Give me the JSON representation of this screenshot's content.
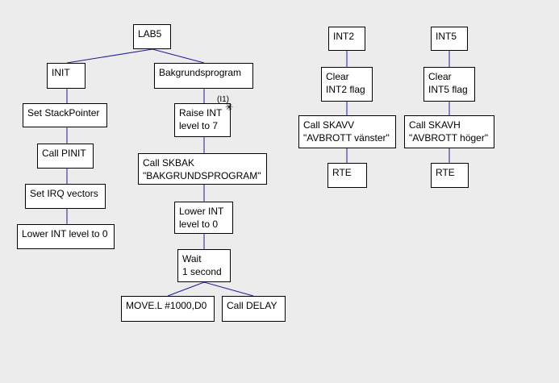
{
  "colors": {
    "background": "#ececec",
    "node_fill": "#ffffff",
    "node_border": "#000000",
    "connector": "#1a1aa0"
  },
  "nodes": {
    "lab5": [
      "LAB5"
    ],
    "init": [
      "INIT"
    ],
    "bakgrund": [
      "Bakgrundsprogram"
    ],
    "set_sp": [
      "Set StackPointer"
    ],
    "call_pinit": [
      "Call PINIT"
    ],
    "set_irq": [
      "Set IRQ vectors"
    ],
    "lower_int_init": [
      "Lower INT level to 0"
    ],
    "raise_int": [
      "Raise INT",
      "level to 7"
    ],
    "call_skbak": [
      "Call SKBAK",
      "\"BAKGRUNDSPROGRAM\""
    ],
    "lower_int": [
      "Lower INT",
      "level to 0"
    ],
    "wait": [
      "Wait",
      "1 second"
    ],
    "move": [
      "MOVE.L #1000,D0"
    ],
    "call_delay": [
      "Call DELAY"
    ],
    "int2": [
      "INT2"
    ],
    "clear_int2": [
      "Clear",
      "INT2 flag"
    ],
    "call_skavv": [
      "Call SKAVV",
      "\"AVBROTT vänster\""
    ],
    "rte2": [
      "RTE"
    ],
    "int5": [
      "INT5"
    ],
    "clear_int5": [
      "Clear",
      "INT5 flag"
    ],
    "call_skavh": [
      "Call SKAVH",
      "\"AVBROTT höger\""
    ],
    "rte5": [
      "RTE"
    ]
  },
  "annotations": {
    "raise_int_note": "(I1)",
    "raise_int_marker": "✳"
  }
}
